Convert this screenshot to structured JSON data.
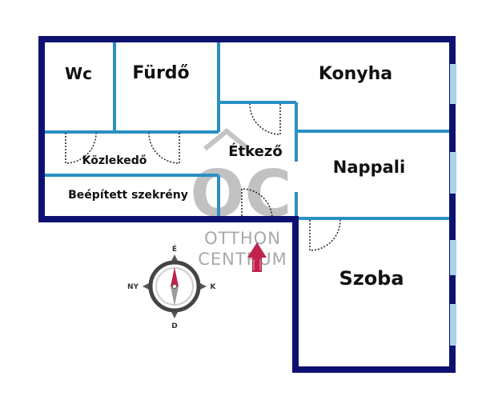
{
  "rooms": {
    "wc": "Wc",
    "furdo": "Fürdő",
    "konyha": "Konyha",
    "kozlekedo": "Közlekedő",
    "etkezo": "Étkező",
    "nappali": "Nappali",
    "beepitett": "Beépített szekrény",
    "szoba": "Szoba"
  },
  "watermark": {
    "logo_letters": "OC",
    "line1": "OTTHON",
    "line2": "CENTRUM"
  },
  "compass": {
    "north": "É",
    "south": "D",
    "east": "K",
    "west": "NY"
  },
  "colors": {
    "outer_wall": "#0d1170",
    "inner_wall": "#2a8fc4",
    "window": "#a9d3e8",
    "door_swing": "#222222",
    "arrow": "#c0224a",
    "watermark": "#a9a9a9"
  }
}
